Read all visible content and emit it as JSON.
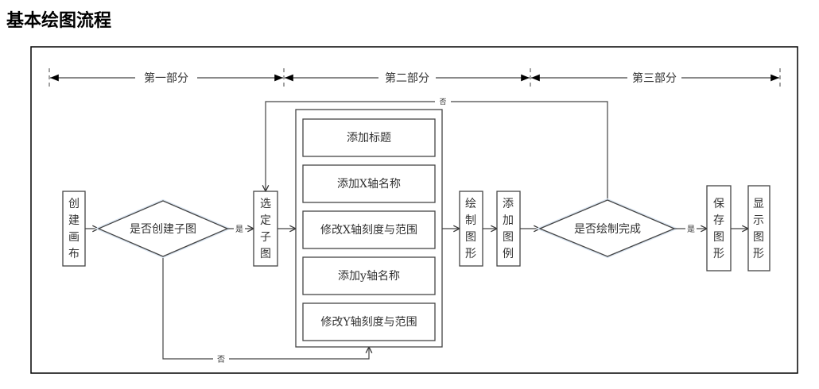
{
  "page": {
    "title": "基本绘图流程"
  },
  "sections": [
    {
      "label": "第一部分"
    },
    {
      "label": "第二部分"
    },
    {
      "label": "第三部分"
    }
  ],
  "nodes": {
    "create_canvas": "创建画布",
    "is_create_subplot": "是否创建子图",
    "select_subplot": "选定子图",
    "add_title": "添加标题",
    "add_x_name": "添加X轴名称",
    "modify_x_ticks": "修改X轴刻度与范围",
    "add_y_name": "添加y轴名称",
    "modify_y_ticks": "修改Y轴刻度与范围",
    "draw_graph": "绘制图形",
    "add_legend": "添加图例",
    "is_draw_complete": "是否绘制完成",
    "save_graph": "保存图形",
    "show_graph": "显示图形"
  },
  "edge_labels": {
    "subplot_yes": "是",
    "subplot_no": "否",
    "complete_yes": "是",
    "complete_no": "否"
  }
}
